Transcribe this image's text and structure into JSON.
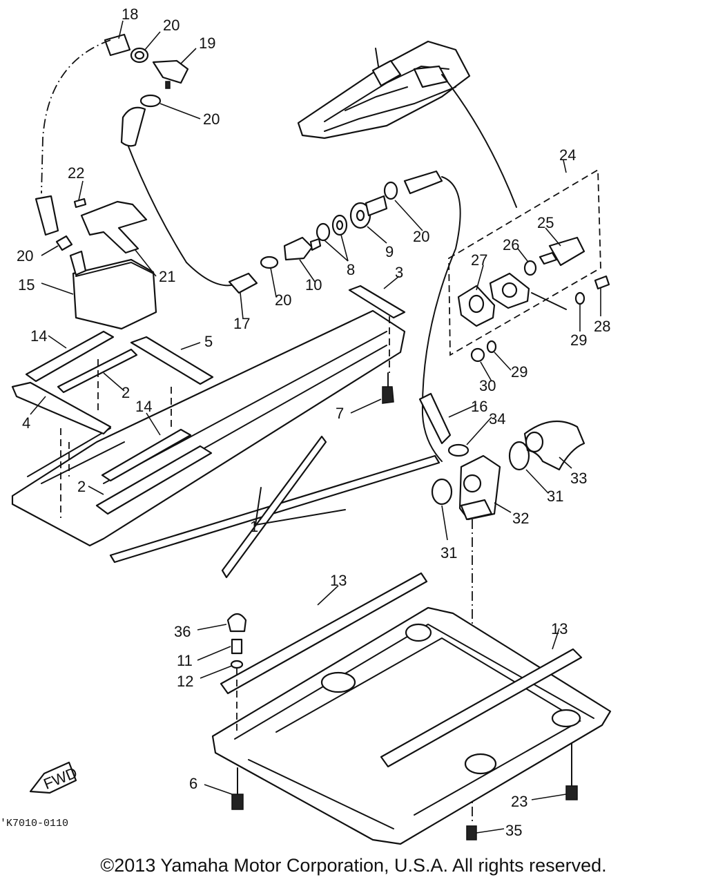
{
  "callouts": {
    "n1": "1",
    "n2a": "2",
    "n2b": "2",
    "n3": "3",
    "n4": "4",
    "n5": "5",
    "n6": "6",
    "n7": "7",
    "n8": "8",
    "n9": "9",
    "n10": "10",
    "n11": "11",
    "n12": "12",
    "n13a": "13",
    "n13b": "13",
    "n14a": "14",
    "n14b": "14",
    "n15": "15",
    "n16": "16",
    "n17": "17",
    "n18": "18",
    "n19": "19",
    "n20a": "20",
    "n20b": "20",
    "n20c": "20",
    "n20d": "20",
    "n20e": "20",
    "n21": "21",
    "n22": "22",
    "n23": "23",
    "n24": "24",
    "n25": "25",
    "n26": "26",
    "n27": "27",
    "n28": "28",
    "n29a": "29",
    "n29b": "29",
    "n30": "30",
    "n31a": "31",
    "n31b": "31",
    "n32": "32",
    "n33": "33",
    "n34": "34",
    "n35": "35",
    "n36": "36"
  },
  "fwd_label": "FWD",
  "drawing_code": "'K7010-0110",
  "copyright": "©2013 Yamaha Motor Corporation, U.S.A. All rights reserved."
}
